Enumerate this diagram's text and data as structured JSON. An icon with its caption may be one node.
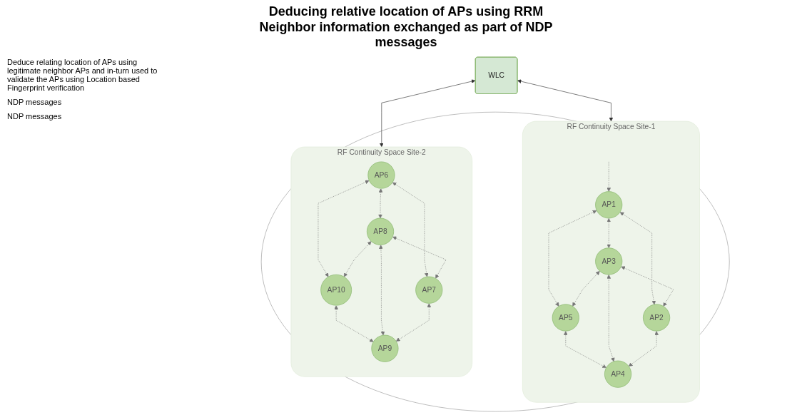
{
  "diagram": {
    "title": "Deducing relative location of APs using RRM Neighbor information exchanged as part of NDP messages",
    "nodes": [
      {
        "text": [
          "WLC"
        ]
      },
      {
        "text": [],
        "shape": "ellipse"
      },
      {
        "text": [
          "RF Continuity Space Site-1"
        ],
        "in": 1
      },
      {
        "text": [
          "AP1"
        ],
        "in": 2
      },
      {
        "text": [
          "AP5"
        ],
        "in": 2
      },
      {
        "text": [
          "AP3"
        ],
        "in": 2
      },
      {
        "text": [
          "AP2"
        ],
        "in": 2
      },
      {
        "text": [
          "AP4"
        ],
        "in": 2
      },
      {
        "text": [
          "RF Continuity Space Site-2"
        ],
        "in": 1
      },
      {
        "text": [
          "AP6"
        ],
        "in": 8
      },
      {
        "text": [
          "AP10"
        ],
        "in": 8
      },
      {
        "text": [
          "AP8"
        ],
        "in": 8
      },
      {
        "text": [
          "AP7"
        ],
        "in": 8
      },
      {
        "text": [
          "AP9"
        ],
        "in": 8
      }
    ],
    "edges": [
      {
        "from": 0,
        "to": 2,
        "arrow": "both"
      },
      {
        "from": 0,
        "to": 8,
        "arrow": "both"
      },
      {
        "from": null,
        "to": 3,
        "arrow": "to",
        "style": "dashed"
      },
      {
        "from": 3,
        "to": 4,
        "arrow": "both",
        "style": "dashed"
      },
      {
        "from": 3,
        "to": 5,
        "arrow": "both",
        "style": "dashed"
      },
      {
        "from": 5,
        "to": 4,
        "arrow": "both",
        "style": "dashed"
      },
      {
        "from": 3,
        "to": 6,
        "arrow": "both",
        "style": "dashed"
      },
      {
        "from": 4,
        "to": 7,
        "arrow": "both",
        "style": "dashed"
      },
      {
        "from": 5,
        "to": 6,
        "arrow": "both",
        "style": "dashed"
      },
      {
        "from": 5,
        "to": 7,
        "arrow": "both",
        "style": "dashed"
      },
      {
        "from": 6,
        "to": 7,
        "arrow": "both",
        "style": "dashed"
      },
      {
        "from": 9,
        "to": 10,
        "arrow": "both",
        "style": "dashed"
      },
      {
        "from": 9,
        "to": 11,
        "arrow": "both",
        "style": "dashed"
      },
      {
        "from": 11,
        "to": 10,
        "arrow": "both",
        "style": "dashed"
      },
      {
        "from": 9,
        "to": 12,
        "arrow": "both",
        "style": "dashed"
      },
      {
        "from": 10,
        "to": 13,
        "arrow": "both",
        "style": "dashed"
      },
      {
        "from": 11,
        "to": 12,
        "arrow": "both",
        "style": "dashed"
      },
      {
        "from": 11,
        "to": 13,
        "arrow": "both",
        "style": "dashed"
      },
      {
        "from": 12,
        "to": 13,
        "arrow": "both",
        "style": "dashed"
      }
    ],
    "labels": [
      "Deduce relating location of APs using legitimate neighbor APs and in-turn used to validate the APs using Location based Fingerprint verification",
      "NDP messages",
      "NDP messages"
    ]
  }
}
